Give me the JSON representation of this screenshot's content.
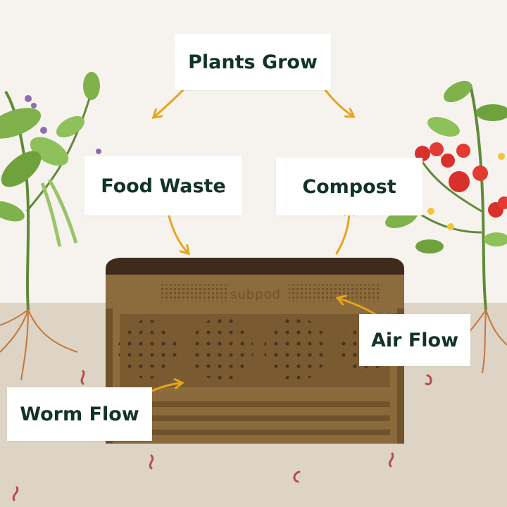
{
  "labels": {
    "plants_grow": "Plants Grow",
    "food_waste": "Food Waste",
    "compost": "Compost",
    "air_flow": "Air Flow",
    "worm_flow": "Worm Flow"
  },
  "bin_brand": "subpod",
  "colors": {
    "background": "#f6f3ee",
    "soil": "#ddd4c5",
    "bin": "#8c6b3c",
    "bin_lid": "#3f2b1d",
    "arrow": "#e6a51c",
    "label_text": "#123325"
  }
}
